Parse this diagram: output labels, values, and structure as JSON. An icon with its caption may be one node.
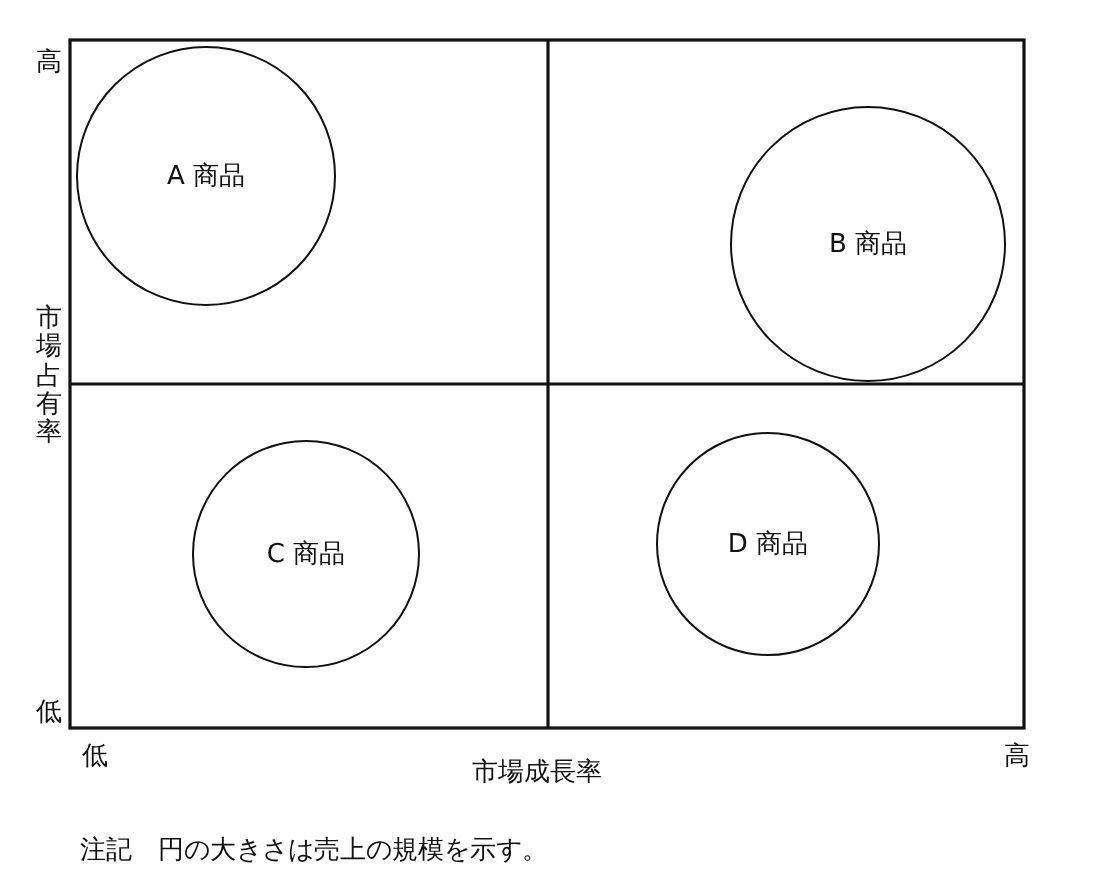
{
  "diagram": {
    "caption": "注記　円の大きさは売上の規模を示す。",
    "nodes": [
      {
        "text": [
          "A 商品"
        ]
      },
      {
        "text": [
          "B 商品"
        ]
      },
      {
        "text": [
          "C 商品"
        ]
      },
      {
        "text": [
          "D 商品"
        ]
      }
    ],
    "labels": [
      "高",
      "市場占有率",
      "低",
      "低",
      "市場成長率",
      "高"
    ]
  }
}
